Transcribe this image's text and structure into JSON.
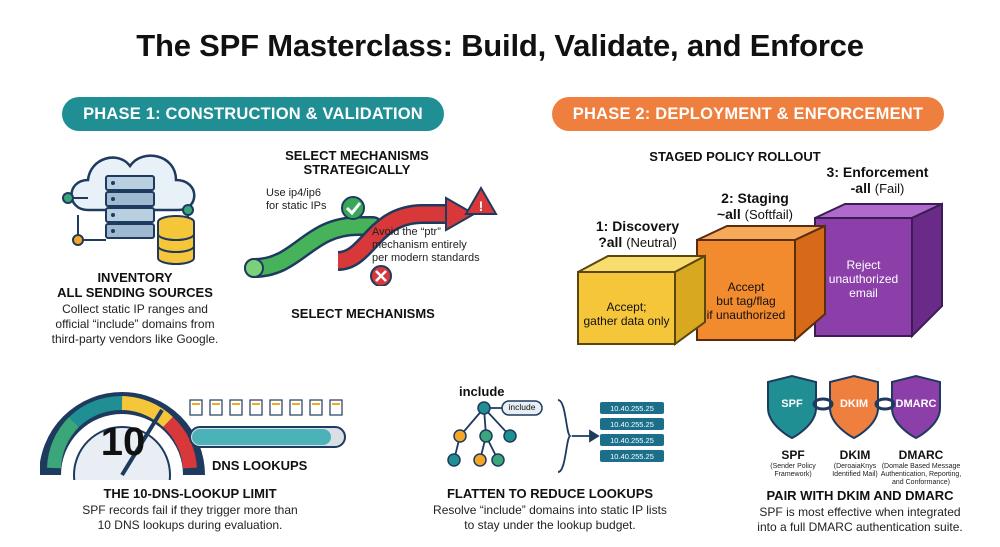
{
  "title": "The SPF Masterclass: Build, Validate, and Enforce",
  "phase1": {
    "label": "PHASE 1: CONSTRUCTION & VALIDATION"
  },
  "phase2": {
    "label": "PHASE 2: DEPLOYMENT & ENFORCEMENT"
  },
  "inventory": {
    "heading_1": "INVENTORY",
    "heading_2": "ALL SENDING SOURCES",
    "desc_1": "Collect static IP ranges and",
    "desc_2": "official “include” domains from",
    "desc_3": "third-party vendors like Google."
  },
  "mechanisms": {
    "heading_1": "SELECT MECHANISMS",
    "heading_2": "STRATEGICALLY",
    "use_1": "Use ip4/ip6",
    "use_2": "for static IPs",
    "avoid_1": "Avoid the “ptr”",
    "avoid_2": "mechanism entirely",
    "avoid_3": "per modern standards",
    "footer": "SELECT MECHANISMS"
  },
  "rollout": {
    "heading": "STAGED POLICY ROLLOUT",
    "stages": [
      {
        "name": "1: Discovery",
        "qualifier": "?all",
        "mode": "(Neutral)",
        "line_1": "Accept;",
        "line_2": "gather data only",
        "line_3": "",
        "color": "#f5c63a"
      },
      {
        "name": "2: Staging",
        "qualifier": "~all",
        "mode": "(Softfail)",
        "line_1": "Accept",
        "line_2": "but tag/flag",
        "line_3": "if unauthorized",
        "color": "#f28a2e"
      },
      {
        "name": "3: Enforcement",
        "qualifier": "-all",
        "mode": "(Fail)",
        "line_1": "Reject",
        "line_2": "unauthorized",
        "line_3": "email",
        "color": "#8c3fa8"
      }
    ]
  },
  "limit": {
    "gauge_value": "10",
    "progress": 0.92,
    "dns_label": "DNS LOOKUPS",
    "heading": "THE 10-DNS-LOOKUP LIMIT",
    "desc_1": "SPF records fail if they trigger more than",
    "desc_2": "10 DNS lookups during evaluation."
  },
  "flatten": {
    "include_label": "include",
    "include_badge": "include",
    "ips": [
      "10.40.255.25",
      "10.40.255.25",
      "10.40.255.25",
      "10.40.255.25"
    ],
    "heading": "FLATTEN TO REDUCE LOOKUPS",
    "desc_1": "Resolve “include” domains into static IP lists",
    "desc_2": "to stay under the lookup budget."
  },
  "pair": {
    "shields": [
      {
        "label": "SPF",
        "name": "SPF",
        "sub_1": "(Sender Policy",
        "sub_2": "Framework)",
        "sub_3": "",
        "color": "#1f8f94"
      },
      {
        "label": "DKIM",
        "name": "DKIM",
        "sub_1": "(DeroaiaKnys",
        "sub_2": "Identified Mail)",
        "sub_3": "",
        "color": "#ee7f3e"
      },
      {
        "label": "DMARC",
        "name": "DMARC",
        "sub_1": "(Domale Based Message",
        "sub_2": "Authentication, Reporting,",
        "sub_3": "and Conformance)",
        "color": "#8c3fa8"
      }
    ],
    "heading": "PAIR WITH DKIM AND DMARC",
    "desc_1": "SPF is most effective when integrated",
    "desc_2": "into a full DMARC authentication suite."
  }
}
